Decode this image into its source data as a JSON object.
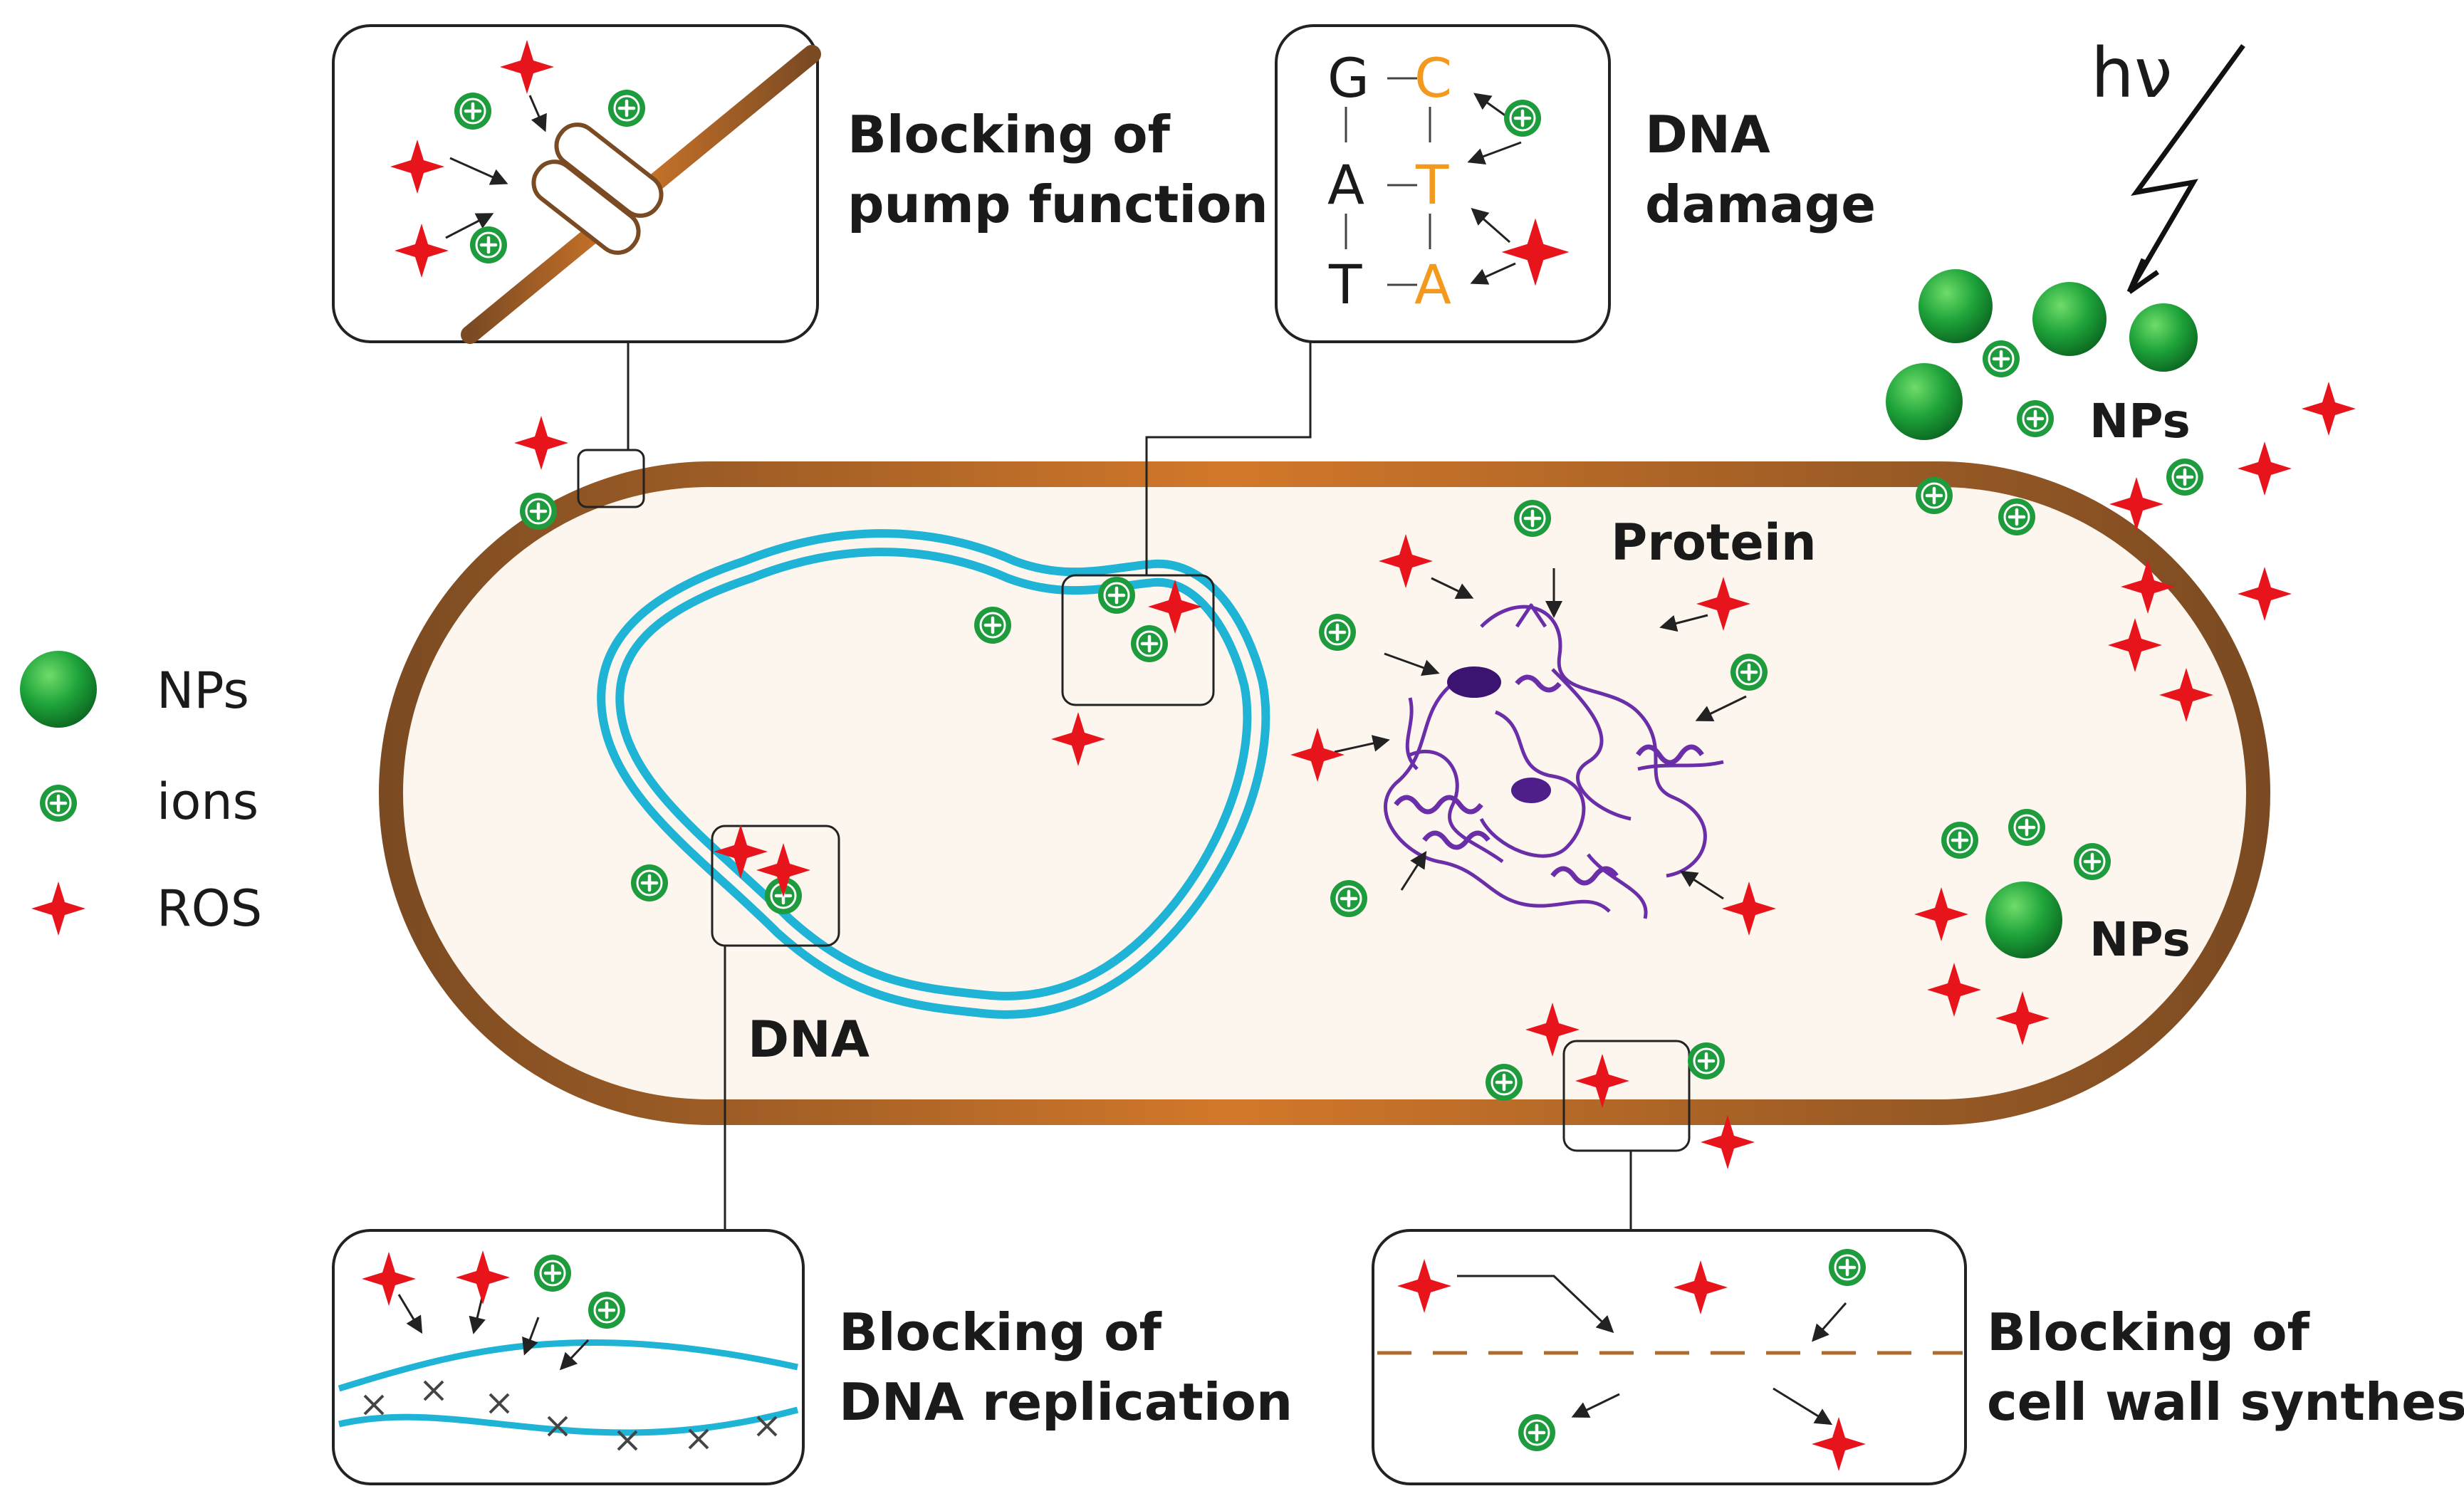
{
  "legend": {
    "nps": "NPs",
    "ions": "ions",
    "ros": "ROS"
  },
  "callouts": {
    "pump": [
      "Blocking of",
      "pump function"
    ],
    "dna_damage": [
      "DNA",
      "damage"
    ],
    "dna_replication": [
      "Blocking of",
      "DNA replication"
    ],
    "cell_wall": [
      "Blocking of",
      "cell wall synthesis"
    ]
  },
  "labels": {
    "protein": "Protein",
    "dna": "DNA",
    "nps_outside": "NPs",
    "nps_inside": "NPs",
    "light": "hν",
    "ion_symbol": "+"
  },
  "dna_bases": {
    "left": [
      "G",
      "A",
      "T"
    ],
    "right": [
      "C",
      "T",
      "A"
    ]
  },
  "colors": {
    "cell_wall": "#8a5a2b",
    "cytoplasm": "#fdf6ef",
    "dna": "#1fb3d6",
    "ion": "#1e9b3c",
    "np": "#22a63a",
    "ros": "#e8141c",
    "protein": "#6a2fa8",
    "damaged_base": "#f39a1e"
  }
}
